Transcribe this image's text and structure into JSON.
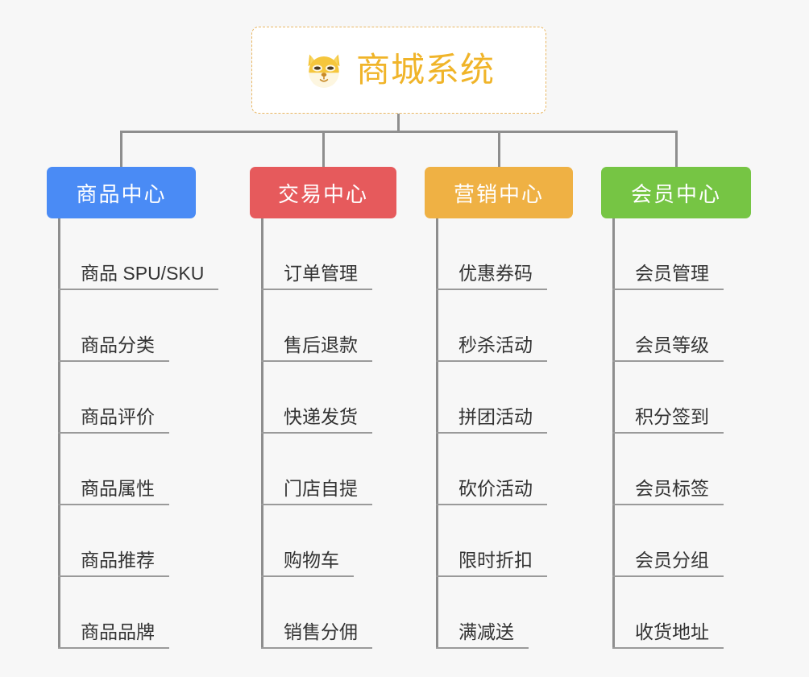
{
  "page": {
    "background_color": "#f7f7f7",
    "type": "mind-map"
  },
  "root": {
    "title": "商城系统",
    "icon": "shiba-dog-face-emoji",
    "text_color": "#f0b429",
    "border_color": "#e9b763",
    "background_color": "#ffffff"
  },
  "categories": [
    {
      "label": "商品中心",
      "color": "#4a8bf5",
      "items": [
        {
          "label": "商品 SPU/SKU"
        },
        {
          "label": "商品分类"
        },
        {
          "label": "商品评价"
        },
        {
          "label": "商品属性"
        },
        {
          "label": "商品推荐"
        },
        {
          "label": "商品品牌"
        }
      ]
    },
    {
      "label": "交易中心",
      "color": "#e65a5c",
      "items": [
        {
          "label": "订单管理"
        },
        {
          "label": "售后退款"
        },
        {
          "label": "快递发货"
        },
        {
          "label": "门店自提"
        },
        {
          "label": "购物车"
        },
        {
          "label": "销售分佣"
        }
      ]
    },
    {
      "label": "营销中心",
      "color": "#efb144",
      "items": [
        {
          "label": "优惠券码"
        },
        {
          "label": "秒杀活动"
        },
        {
          "label": "拼团活动"
        },
        {
          "label": "砍价活动"
        },
        {
          "label": "限时折扣"
        },
        {
          "label": "满减送"
        }
      ]
    },
    {
      "label": "会员中心",
      "color": "#76c544",
      "items": [
        {
          "label": "会员管理"
        },
        {
          "label": "会员等级"
        },
        {
          "label": "积分签到"
        },
        {
          "label": "会员标签"
        },
        {
          "label": "会员分组"
        },
        {
          "label": "收货地址"
        }
      ]
    }
  ],
  "connectors": {
    "line_color": "#8e8e8e",
    "leaf_underline_color": "#9a9a9a"
  }
}
